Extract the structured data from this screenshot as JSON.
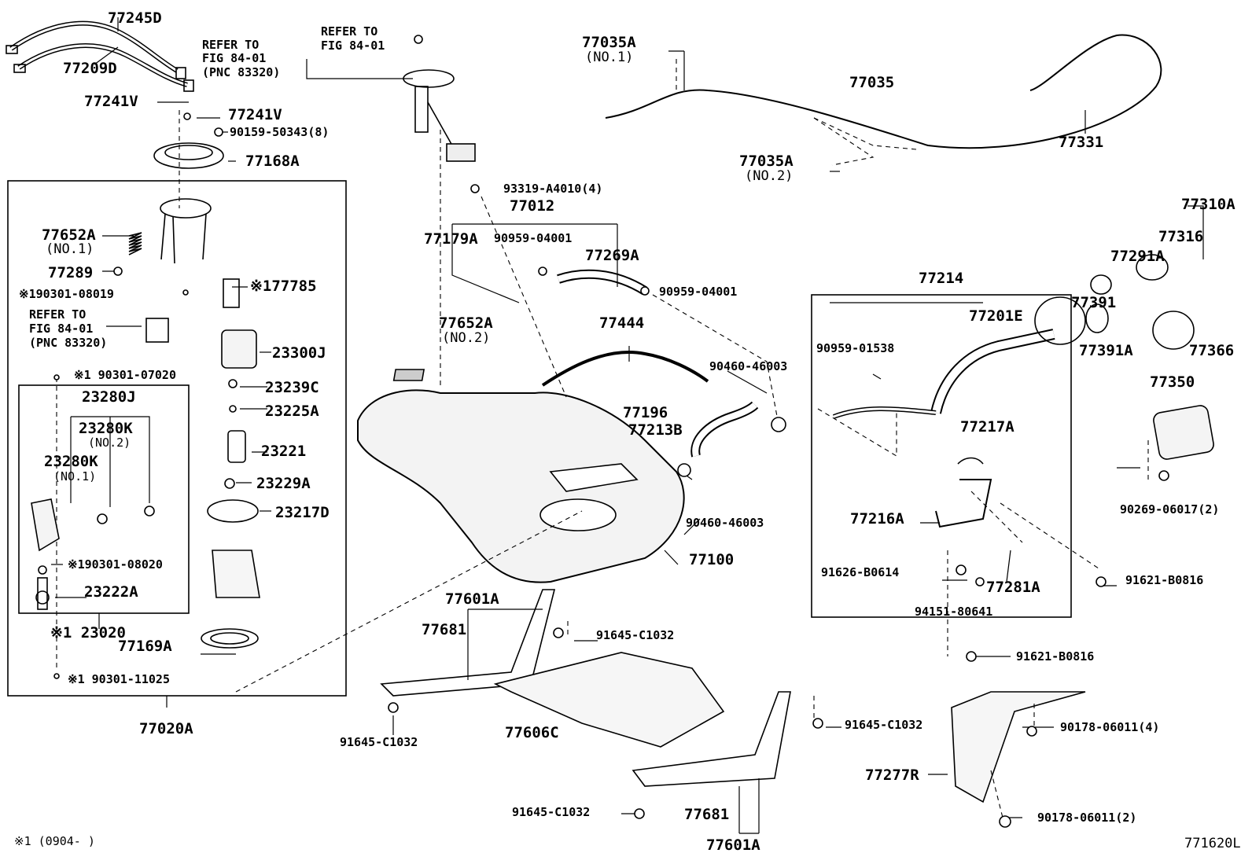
{
  "diagram": {
    "labels": {
      "p77245D": "77245D",
      "p77209D": "77209D",
      "refer1": "REFER TO",
      "refer1b": "FIG 84-01",
      "refer1c": "(PNC 83320)",
      "refer2": "REFER TO",
      "refer2b": "FIG 84-01",
      "p77241V_a": "77241V",
      "p77241V_b": "77241V",
      "p90159": "90159-50343(8)",
      "p77168A": "77168A",
      "p77035A_1": "77035A",
      "no1_a": "(NO.1)",
      "p77035": "77035",
      "p77035A_2": "77035A",
      "no2_a": "(NO.2)",
      "p77331": "77331",
      "p93319": "93319-A4010(4)",
      "p77012": "77012",
      "p77179A": "77179A",
      "p90959_04001a": "90959-04001",
      "p77269A": "77269A",
      "p90959_04001b": "90959-04001",
      "p77310A": "77310A",
      "p77316": "77316",
      "p77291A": "77291A",
      "p77214": "77214",
      "p77391": "77391",
      "p77201E": "77201E",
      "p77391A": "77391A",
      "p77366": "77366",
      "p77350": "77350",
      "p90959_01538": "90959-01538",
      "p77652A_1": "77652A",
      "no1_b": "(NO.1)",
      "p77289": "77289",
      "p90301_08019": "※190301-08019",
      "p177785": "※177785",
      "refer3": "REFER TO",
      "refer3b": "FIG 84-01",
      "refer3c": "(PNC 83320)",
      "p23300J": "23300J",
      "p90301_07020": "※1 90301-07020",
      "p23239C": "23239C",
      "p23280J": "23280J",
      "p23225A": "23225A",
      "p23280K_2": "23280K",
      "no2_c": "(NO.2)",
      "p23280K_1": "23280K",
      "no1_c": "(NO.1)",
      "p23221": "23221",
      "p23229A": "23229A",
      "p23217D": "23217D",
      "p90301_08020": "※190301-08020",
      "p23222A": "23222A",
      "p23020": "※1 23020",
      "p77169A": "77169A",
      "p90301_11025": "※1 90301-11025",
      "p77020A": "77020A",
      "p77652A_2": "77652A",
      "no2_b": "(NO.2)",
      "p77444": "77444",
      "p90460_a": "90460-46003",
      "p77196": "77196",
      "p77213B": "77213B",
      "p77217A": "77217A",
      "p90460_b": "90460-46003",
      "p77100": "77100",
      "p77216A": "77216A",
      "p91626": "91626-B0614",
      "p77281A": "77281A",
      "p94151": "94151-80641",
      "p91621_a": "91621-B0816",
      "p90269": "90269-06017(2)",
      "p77601A_1": "77601A",
      "p77681_1": "77681",
      "p91645_a": "91645-C1032",
      "p91621_b": "91621-B0816",
      "p91645_b": "91645-C1032",
      "p77606C": "77606C",
      "p91645_c": "91645-C1032",
      "p90178_a": "90178-06011(4)",
      "p77277R": "77277R",
      "p91645_d": "91645-C1032",
      "p77681_2": "77681",
      "p77601A_2": "77601A",
      "p90178_b": "90178-06011(2)",
      "footnote": "※1 (0904-    )",
      "figcode": "771620L"
    }
  }
}
